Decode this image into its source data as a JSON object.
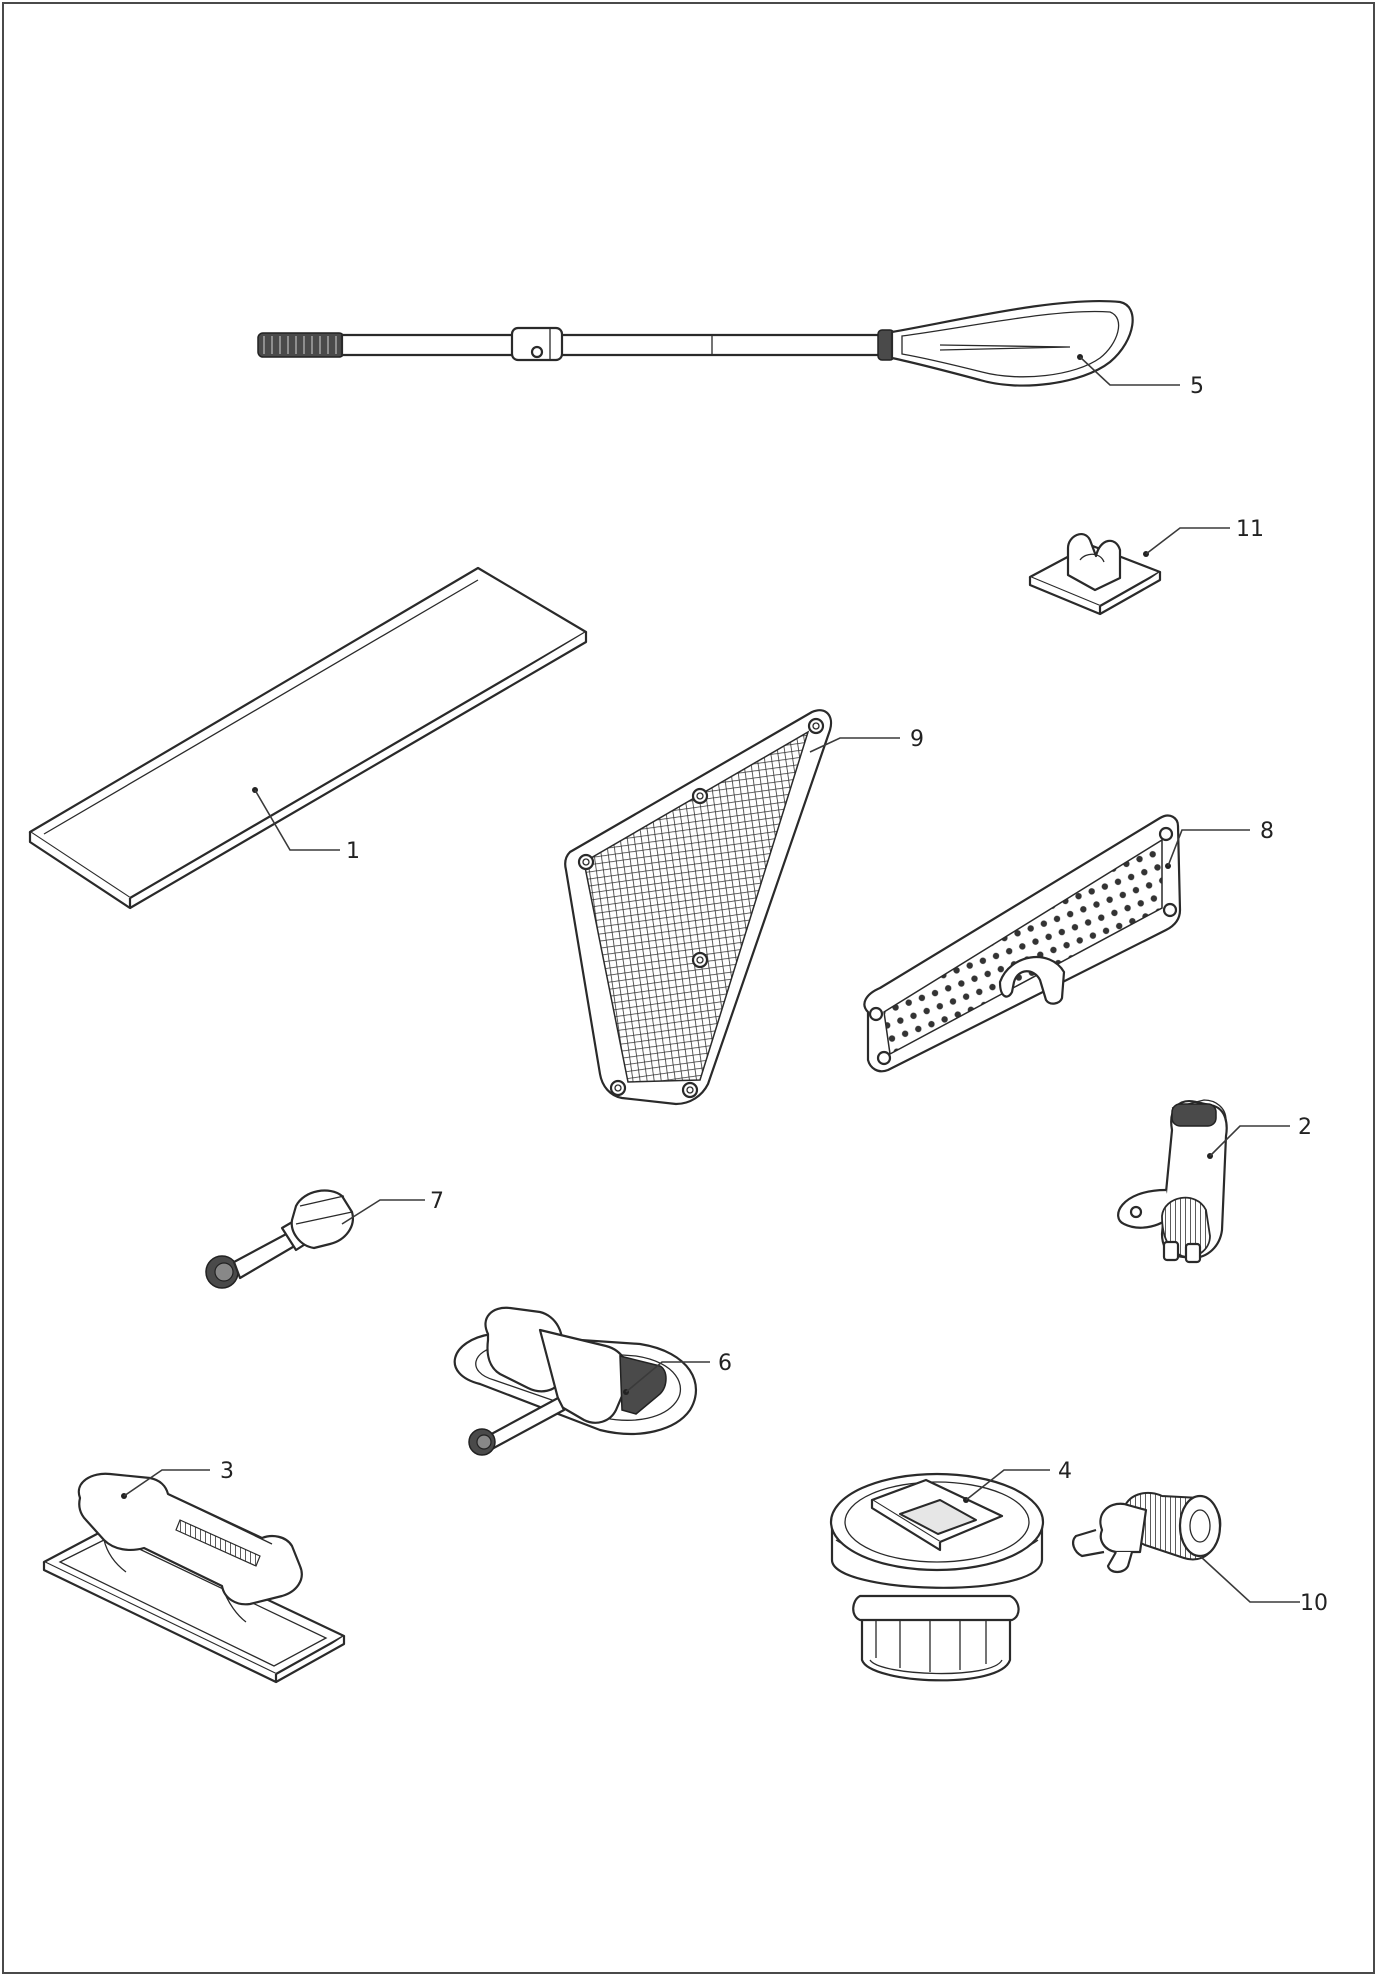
{
  "diagram": {
    "callouts": [
      {
        "id": "1",
        "label": "1"
      },
      {
        "id": "2",
        "label": "2"
      },
      {
        "id": "3",
        "label": "3"
      },
      {
        "id": "4",
        "label": "4"
      },
      {
        "id": "5",
        "label": "5"
      },
      {
        "id": "6",
        "label": "6"
      },
      {
        "id": "7",
        "label": "7"
      },
      {
        "id": "8",
        "label": "8"
      },
      {
        "id": "9",
        "label": "9"
      },
      {
        "id": "10",
        "label": "10"
      },
      {
        "id": "11",
        "label": "11"
      }
    ]
  },
  "colors": {
    "line": "#2a2a2a",
    "background": "#ffffff"
  }
}
